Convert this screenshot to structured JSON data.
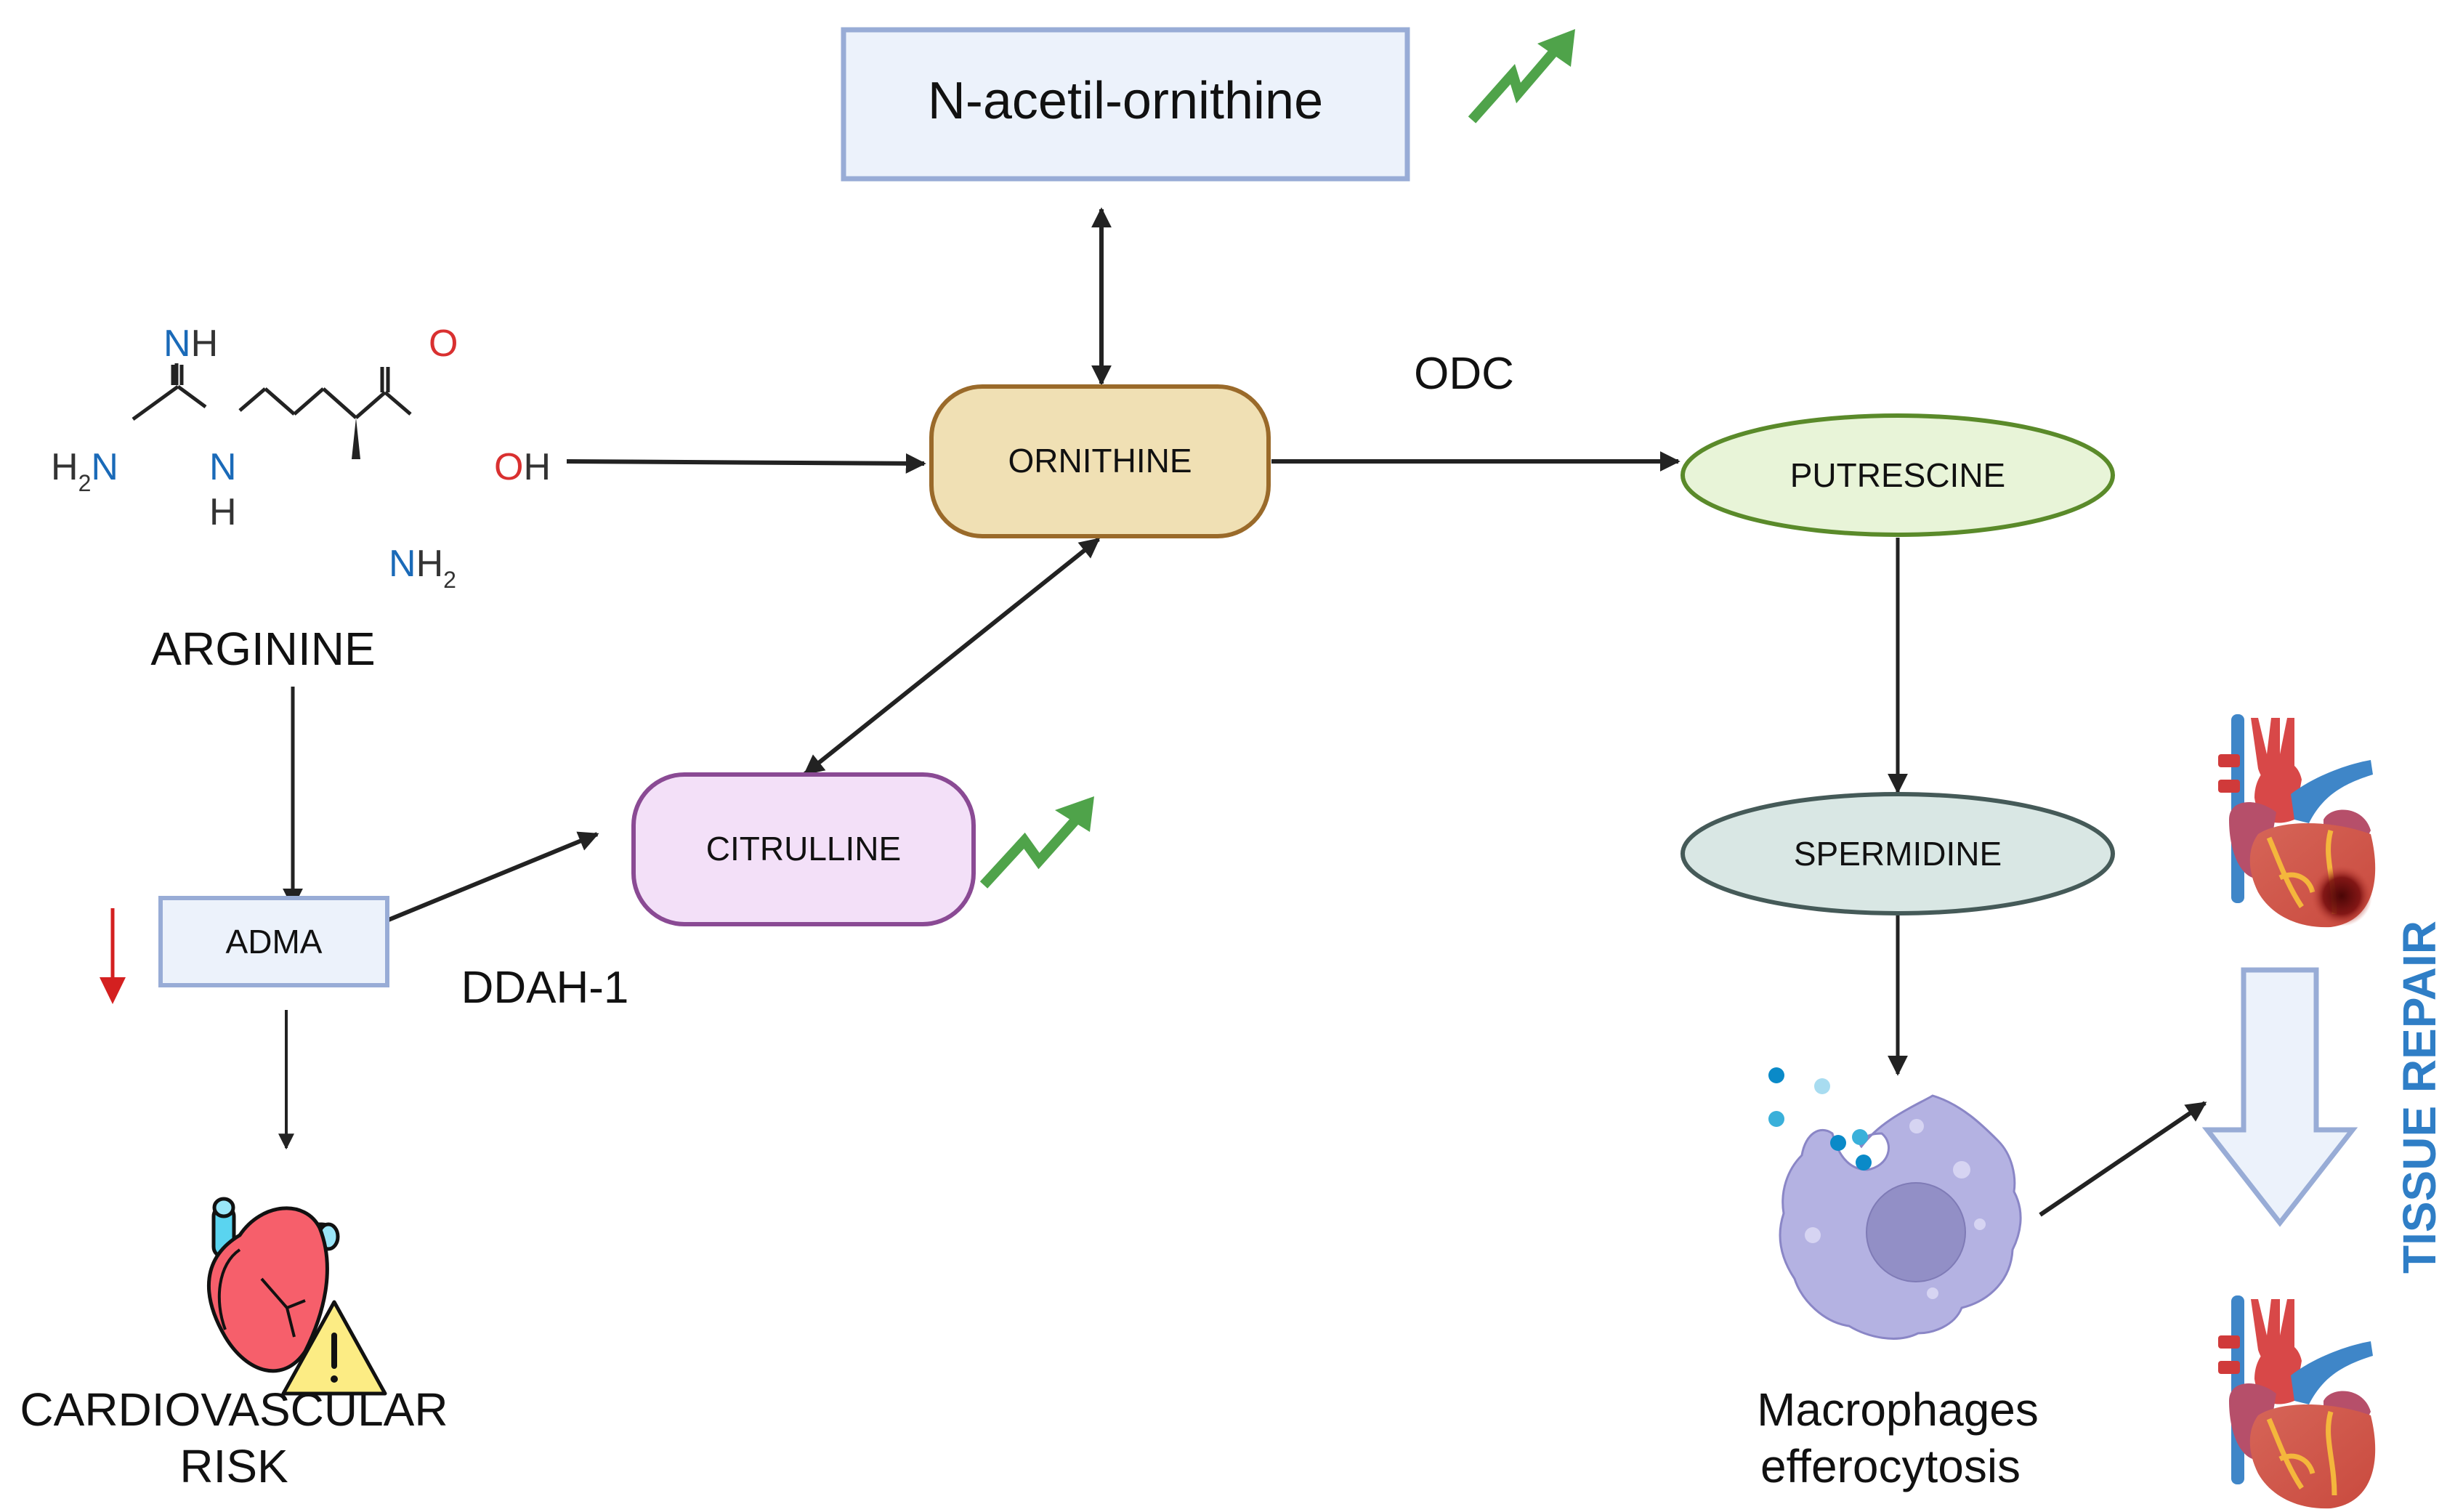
{
  "diagram": {
    "nodes": {
      "n_acetil": {
        "label": "N-acetil-ornithine",
        "trend": "up"
      },
      "ornithine": {
        "label": "ORNITHINE"
      },
      "putrescine": {
        "label": "PUTRESCINE"
      },
      "spermidine": {
        "label": "SPERMIDINE"
      },
      "citrulline": {
        "label": "CITRULLINE",
        "trend": "up"
      },
      "adma": {
        "label": "ADMA",
        "trend": "down"
      },
      "arginine": {
        "label": "ARGININE"
      }
    },
    "enzymes": {
      "odc": "ODC",
      "ddah1": "DDAH-1"
    },
    "molecule": {
      "atoms": {
        "nh_top": [
          "N",
          "H"
        ],
        "h2n": [
          "H",
          "2",
          "N"
        ],
        "n_h": [
          "N",
          "H"
        ],
        "o_top": "O",
        "oh": [
          "O",
          "H"
        ],
        "nh2": [
          "N",
          "H",
          "2"
        ]
      }
    },
    "outcomes": {
      "cardiovascular_risk": [
        "CARDIOVASCULAR",
        "RISK"
      ],
      "macrophages": [
        "Macrophages",
        "efferocytosis"
      ],
      "tissue_repair": "TISSUE REPAIR"
    },
    "colors": {
      "n_acetil_fill": "#ecf2fb",
      "n_acetil_stroke": "#98acd6",
      "ornithine_fill": "#f0e0b4",
      "ornithine_stroke": "#9a6a2a",
      "putrescine_fill": "#e8f4d8",
      "putrescine_stroke": "#5a8a2a",
      "spermidine_fill": "#d9e7e4",
      "spermidine_stroke": "#455a58",
      "citrulline_fill": "#f3e0f8",
      "citrulline_stroke": "#8a4a94",
      "adma_fill": "#ecf2fb",
      "adma_stroke": "#98acd6",
      "trend_up": "#4fa34a",
      "trend_down": "#d42020",
      "tissue_repair": "#2f7ec6",
      "nitrogen": "#1a6ab8",
      "oxygen": "#d93030",
      "arrow": "#222222"
    }
  }
}
